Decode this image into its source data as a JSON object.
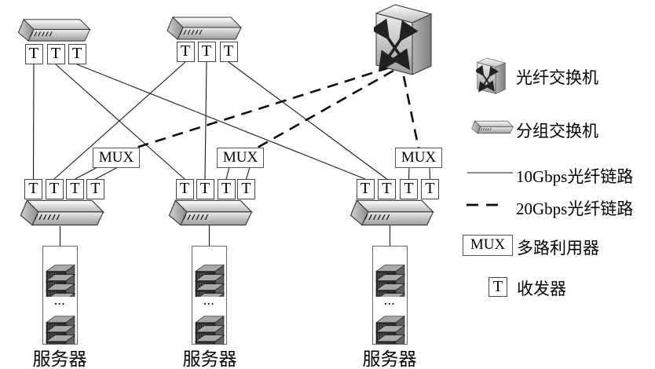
{
  "diagram": {
    "t_label": "T",
    "mux_label": "MUX",
    "server_label": "服务器",
    "dots": "...",
    "edges": [
      {
        "from": "ts1.t1",
        "to": "bg1.t1",
        "type": "10g"
      },
      {
        "from": "ts1.t2",
        "to": "bg2.t1",
        "type": "10g"
      },
      {
        "from": "ts1.t3",
        "to": "bg3.t1",
        "type": "10g"
      },
      {
        "from": "ts2.t1",
        "to": "bg1.t2",
        "type": "10g"
      },
      {
        "from": "ts2.t2",
        "to": "bg2.t2",
        "type": "10g"
      },
      {
        "from": "ts2.t3",
        "to": "bg3.t2",
        "type": "10g"
      },
      {
        "from": "mux1.o1",
        "to": "bg1.t3",
        "type": "10g"
      },
      {
        "from": "mux1.o2",
        "to": "bg1.t4",
        "type": "10g"
      },
      {
        "from": "mux2.o1",
        "to": "bg2.t3",
        "type": "10g"
      },
      {
        "from": "mux2.o2",
        "to": "bg2.t4",
        "type": "10g"
      },
      {
        "from": "mux3.o1",
        "to": "bg3.t3",
        "type": "10g"
      },
      {
        "from": "mux3.o2",
        "to": "bg3.t4",
        "type": "10g"
      },
      {
        "from": "os.a",
        "to": "mux1.in",
        "type": "20g"
      },
      {
        "from": "os.b",
        "to": "mux2.in",
        "type": "20g"
      },
      {
        "from": "os.c",
        "to": "mux3.in",
        "type": "20g"
      },
      {
        "from": "sw1.b",
        "to": "rack1.top",
        "type": "link"
      },
      {
        "from": "sw2.b",
        "to": "rack2.top",
        "type": "link"
      },
      {
        "from": "sw3.b",
        "to": "rack3.top",
        "type": "link"
      }
    ]
  },
  "legend": {
    "optical_switch": "光纤交换机",
    "packet_switch": "分组交换机",
    "link_10g": "10Gbps光纤链路",
    "link_20g": "20Gbps光纤链路",
    "mux": "多路利用器",
    "mux_sample": "MUX",
    "transceiver": "收发器",
    "transceiver_sample": "T"
  },
  "colors": {
    "line": "#1a1a1a",
    "dashed_line": "#0d0d0d"
  }
}
